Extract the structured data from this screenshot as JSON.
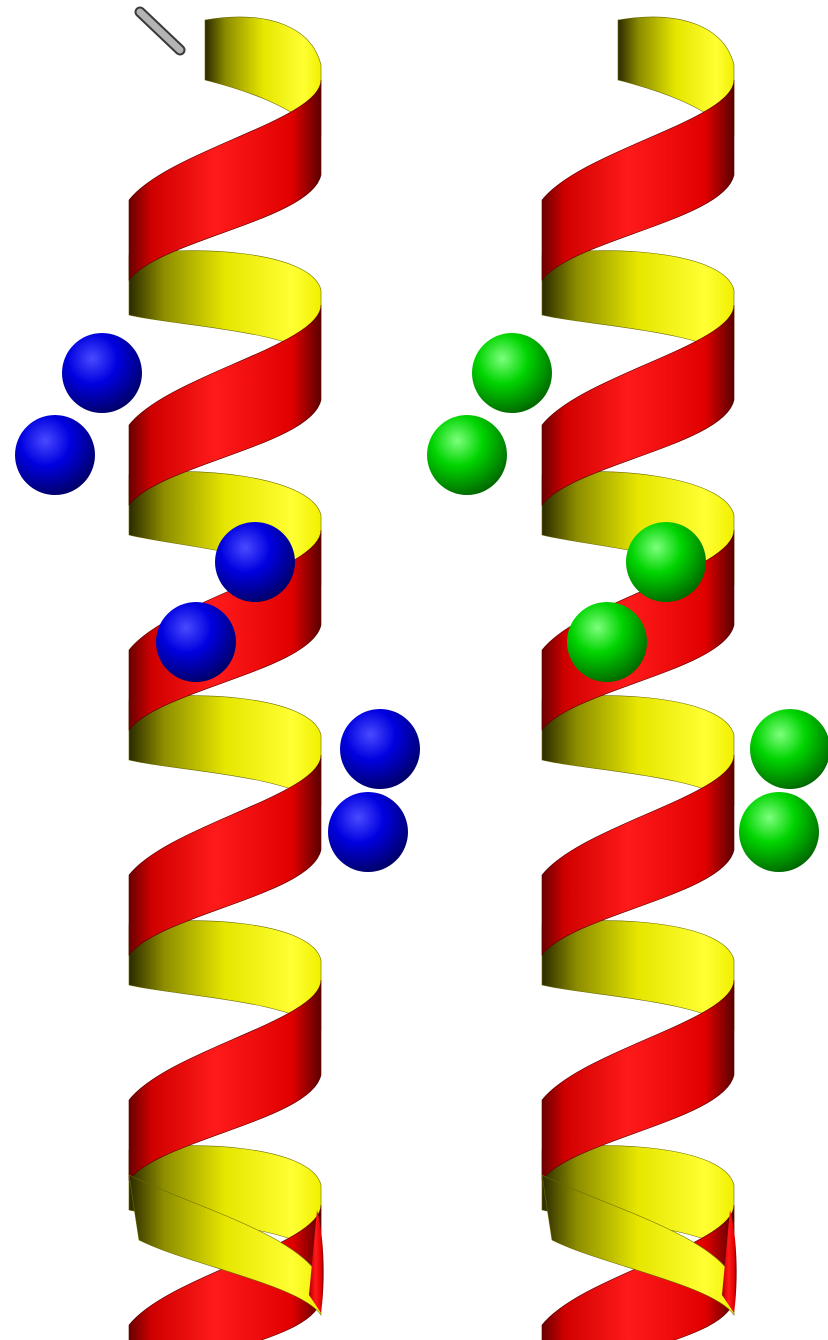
{
  "scene": {
    "type": "molecular-render",
    "helices": [
      {
        "id": "left-helix",
        "ribbon_face_color": "#ff0000",
        "ribbon_back_color": "#ffff00",
        "terminal_stick_color": "#9a9a9a",
        "ions": {
          "color": "blue",
          "count": 6,
          "pairs": 3
        }
      },
      {
        "id": "right-helix",
        "ribbon_face_color": "#ff0000",
        "ribbon_back_color": "#ffff00",
        "terminal_stick_color": "#9a9a9a",
        "ions": {
          "color": "green",
          "count": 6,
          "pairs": 3
        }
      }
    ],
    "colors": {
      "background": "#ffffff",
      "ribbon_front": "#ff0000",
      "ribbon_back": "#ffff00",
      "blue_ion": "#0000e6",
      "green_ion": "#00d400",
      "stick": "#9a9a9a"
    }
  }
}
